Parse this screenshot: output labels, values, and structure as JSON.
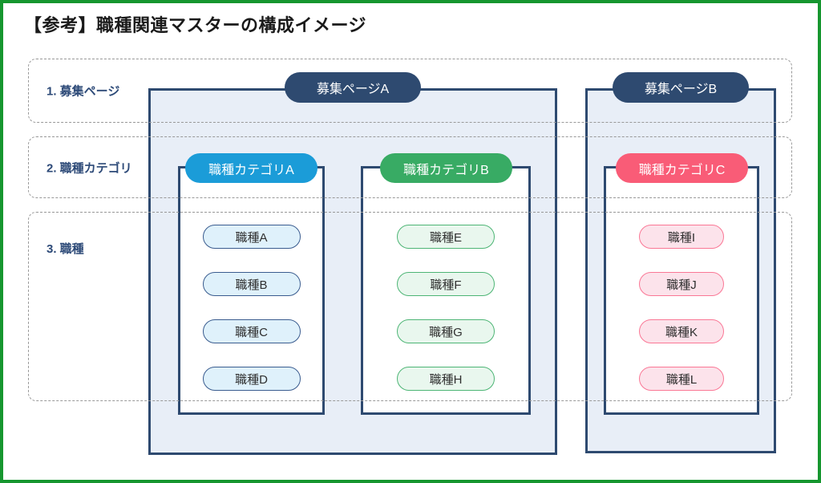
{
  "title": "【参考】職種関連マスターの構成イメージ",
  "rows": [
    {
      "label": "1. 募集ページ"
    },
    {
      "label": "2. 職種カテゴリ"
    },
    {
      "label": "3. 職種"
    }
  ],
  "pages": [
    {
      "label": "募集ページA"
    },
    {
      "label": "募集ページB"
    }
  ],
  "categories": [
    {
      "label": "職種カテゴリA",
      "color": "#1b9cd8",
      "jobs": [
        "職種A",
        "職種B",
        "職種C",
        "職種D"
      ]
    },
    {
      "label": "職種カテゴリB",
      "color": "#38ab64",
      "jobs": [
        "職種E",
        "職種F",
        "職種G",
        "職種H"
      ]
    },
    {
      "label": "職種カテゴリC",
      "color": "#f95c77",
      "jobs": [
        "職種I",
        "職種J",
        "職種K",
        "職種L"
      ]
    }
  ],
  "colors": {
    "frame_border": "#16962f",
    "navy": "#2e4a70",
    "container_fill": "#e8eef7",
    "dashed_border": "#999999",
    "job_fill_blue": "#dff1fb",
    "job_fill_green": "#e9f7ee",
    "job_fill_pink": "#fce3eb",
    "job_border_blue": "#3a5c8f",
    "job_border_green": "#4db575",
    "job_border_pink": "#fa7795"
  }
}
